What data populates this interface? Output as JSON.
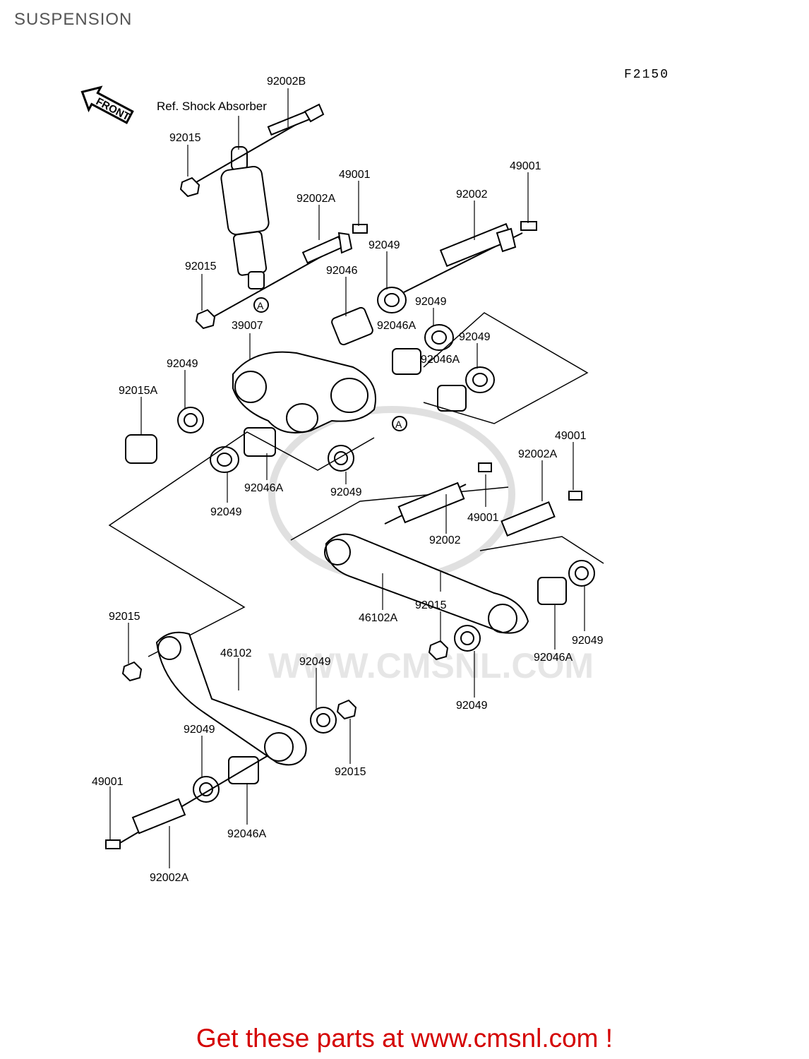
{
  "header": {
    "title": "SUSPENSION",
    "figure_code": "F2150"
  },
  "front_label": "FRONT",
  "ref_note": "Ref. Shock Absorber",
  "marker": "A",
  "watermark": "WWW.CMSNL.COM",
  "footer": {
    "text": "Get these parts at www.cmsnl.com !"
  },
  "labels": {
    "p92002b": "92002B",
    "p92015_top": "92015",
    "p92015_mid": "92015",
    "p49001_a": "49001",
    "p92002a_a": "92002A",
    "p49001_b": "49001",
    "p92002_a": "92002",
    "p92049_a": "92049",
    "p92046": "92046",
    "p92049_b": "92049",
    "p92046a_a": "92046A",
    "p92049_c": "92049",
    "p92046a_b": "92046A",
    "p39007": "39007",
    "p92049_d": "92049",
    "p92015a": "92015A",
    "p92046a_c": "92046A",
    "p92049_e": "92049",
    "p92049_f": "92049",
    "p49001_c": "49001",
    "p92002a_b": "92002A",
    "p49001_d": "49001",
    "p92002_b": "92002",
    "p46102a": "46102A",
    "p92015_r": "92015",
    "p92049_g": "92049",
    "p92046a_d": "92046A",
    "p92049_h": "92049",
    "p92015_l": "92015",
    "p46102": "46102",
    "p92049_i": "92049",
    "p92049_j": "92049",
    "p92015_b": "92015",
    "p49001_e": "49001",
    "p92046a_e": "92046A",
    "p92002a_c": "92002A"
  }
}
